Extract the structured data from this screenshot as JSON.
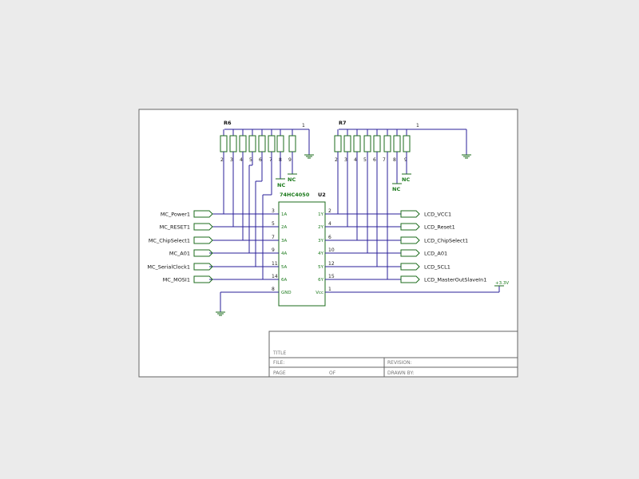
{
  "resistors": [
    {
      "ref": "R6",
      "common_pin": "1",
      "pins": [
        "2",
        "3",
        "4",
        "5",
        "6",
        "7",
        "8",
        "9"
      ]
    },
    {
      "ref": "R7",
      "common_pin": "1",
      "pins": [
        "2",
        "3",
        "4",
        "5",
        "6",
        "7",
        "8",
        "9"
      ]
    }
  ],
  "nc_label": "NC",
  "ic": {
    "part": "74HC4050",
    "ref": "U2",
    "left_pins": [
      {
        "num": "3",
        "name": "1A"
      },
      {
        "num": "5",
        "name": "2A"
      },
      {
        "num": "7",
        "name": "3A"
      },
      {
        "num": "9",
        "name": "4A"
      },
      {
        "num": "11",
        "name": "5A"
      },
      {
        "num": "14",
        "name": "6A"
      },
      {
        "num": "8",
        "name": "GND"
      }
    ],
    "right_pins": [
      {
        "num": "2",
        "name": "1Y"
      },
      {
        "num": "4",
        "name": "2Y"
      },
      {
        "num": "6",
        "name": "3Y"
      },
      {
        "num": "10",
        "name": "4Y"
      },
      {
        "num": "12",
        "name": "5Y"
      },
      {
        "num": "15",
        "name": "6Y"
      },
      {
        "num": "1",
        "name": "Vcc"
      }
    ]
  },
  "inputs": [
    "MC_Power1",
    "MC_RESET1",
    "MC_ChipSelect1",
    "MC_A01",
    "MC_SerialClock1",
    "MC_MOSI1"
  ],
  "outputs": [
    "LCD_VCC1",
    "LCD_Reset1",
    "LCD_ChipSelect1",
    "LCD_A01",
    "LCD_SCL1",
    "LCD_MasterOutSlaveIn1"
  ],
  "power_label": "+3.3V",
  "title_block": {
    "title": "TITLE",
    "file": "FILE:",
    "page": "PAGE",
    "of": "OF",
    "revision": "REVISION:",
    "drawn_by": "DRAWN BY:"
  }
}
